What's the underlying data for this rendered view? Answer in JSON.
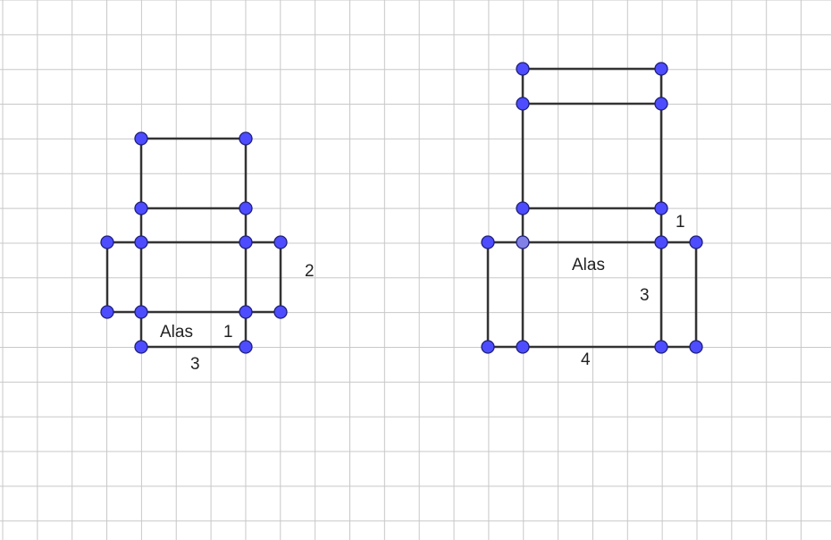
{
  "colors": {
    "grid": "#c8c8c8",
    "edge": "#333333",
    "vertex_fill": "#4d4dff",
    "vertex_fill_selected": "#8080e6",
    "vertex_stroke": "#1f1f7a",
    "text": "#222222"
  },
  "net_left": {
    "label_alas": "Alas",
    "label_height": "1",
    "label_base": "3",
    "label_side": "2"
  },
  "net_right": {
    "label_alas": "Alas",
    "label_height": "1",
    "label_base": "4",
    "label_side": "3"
  }
}
